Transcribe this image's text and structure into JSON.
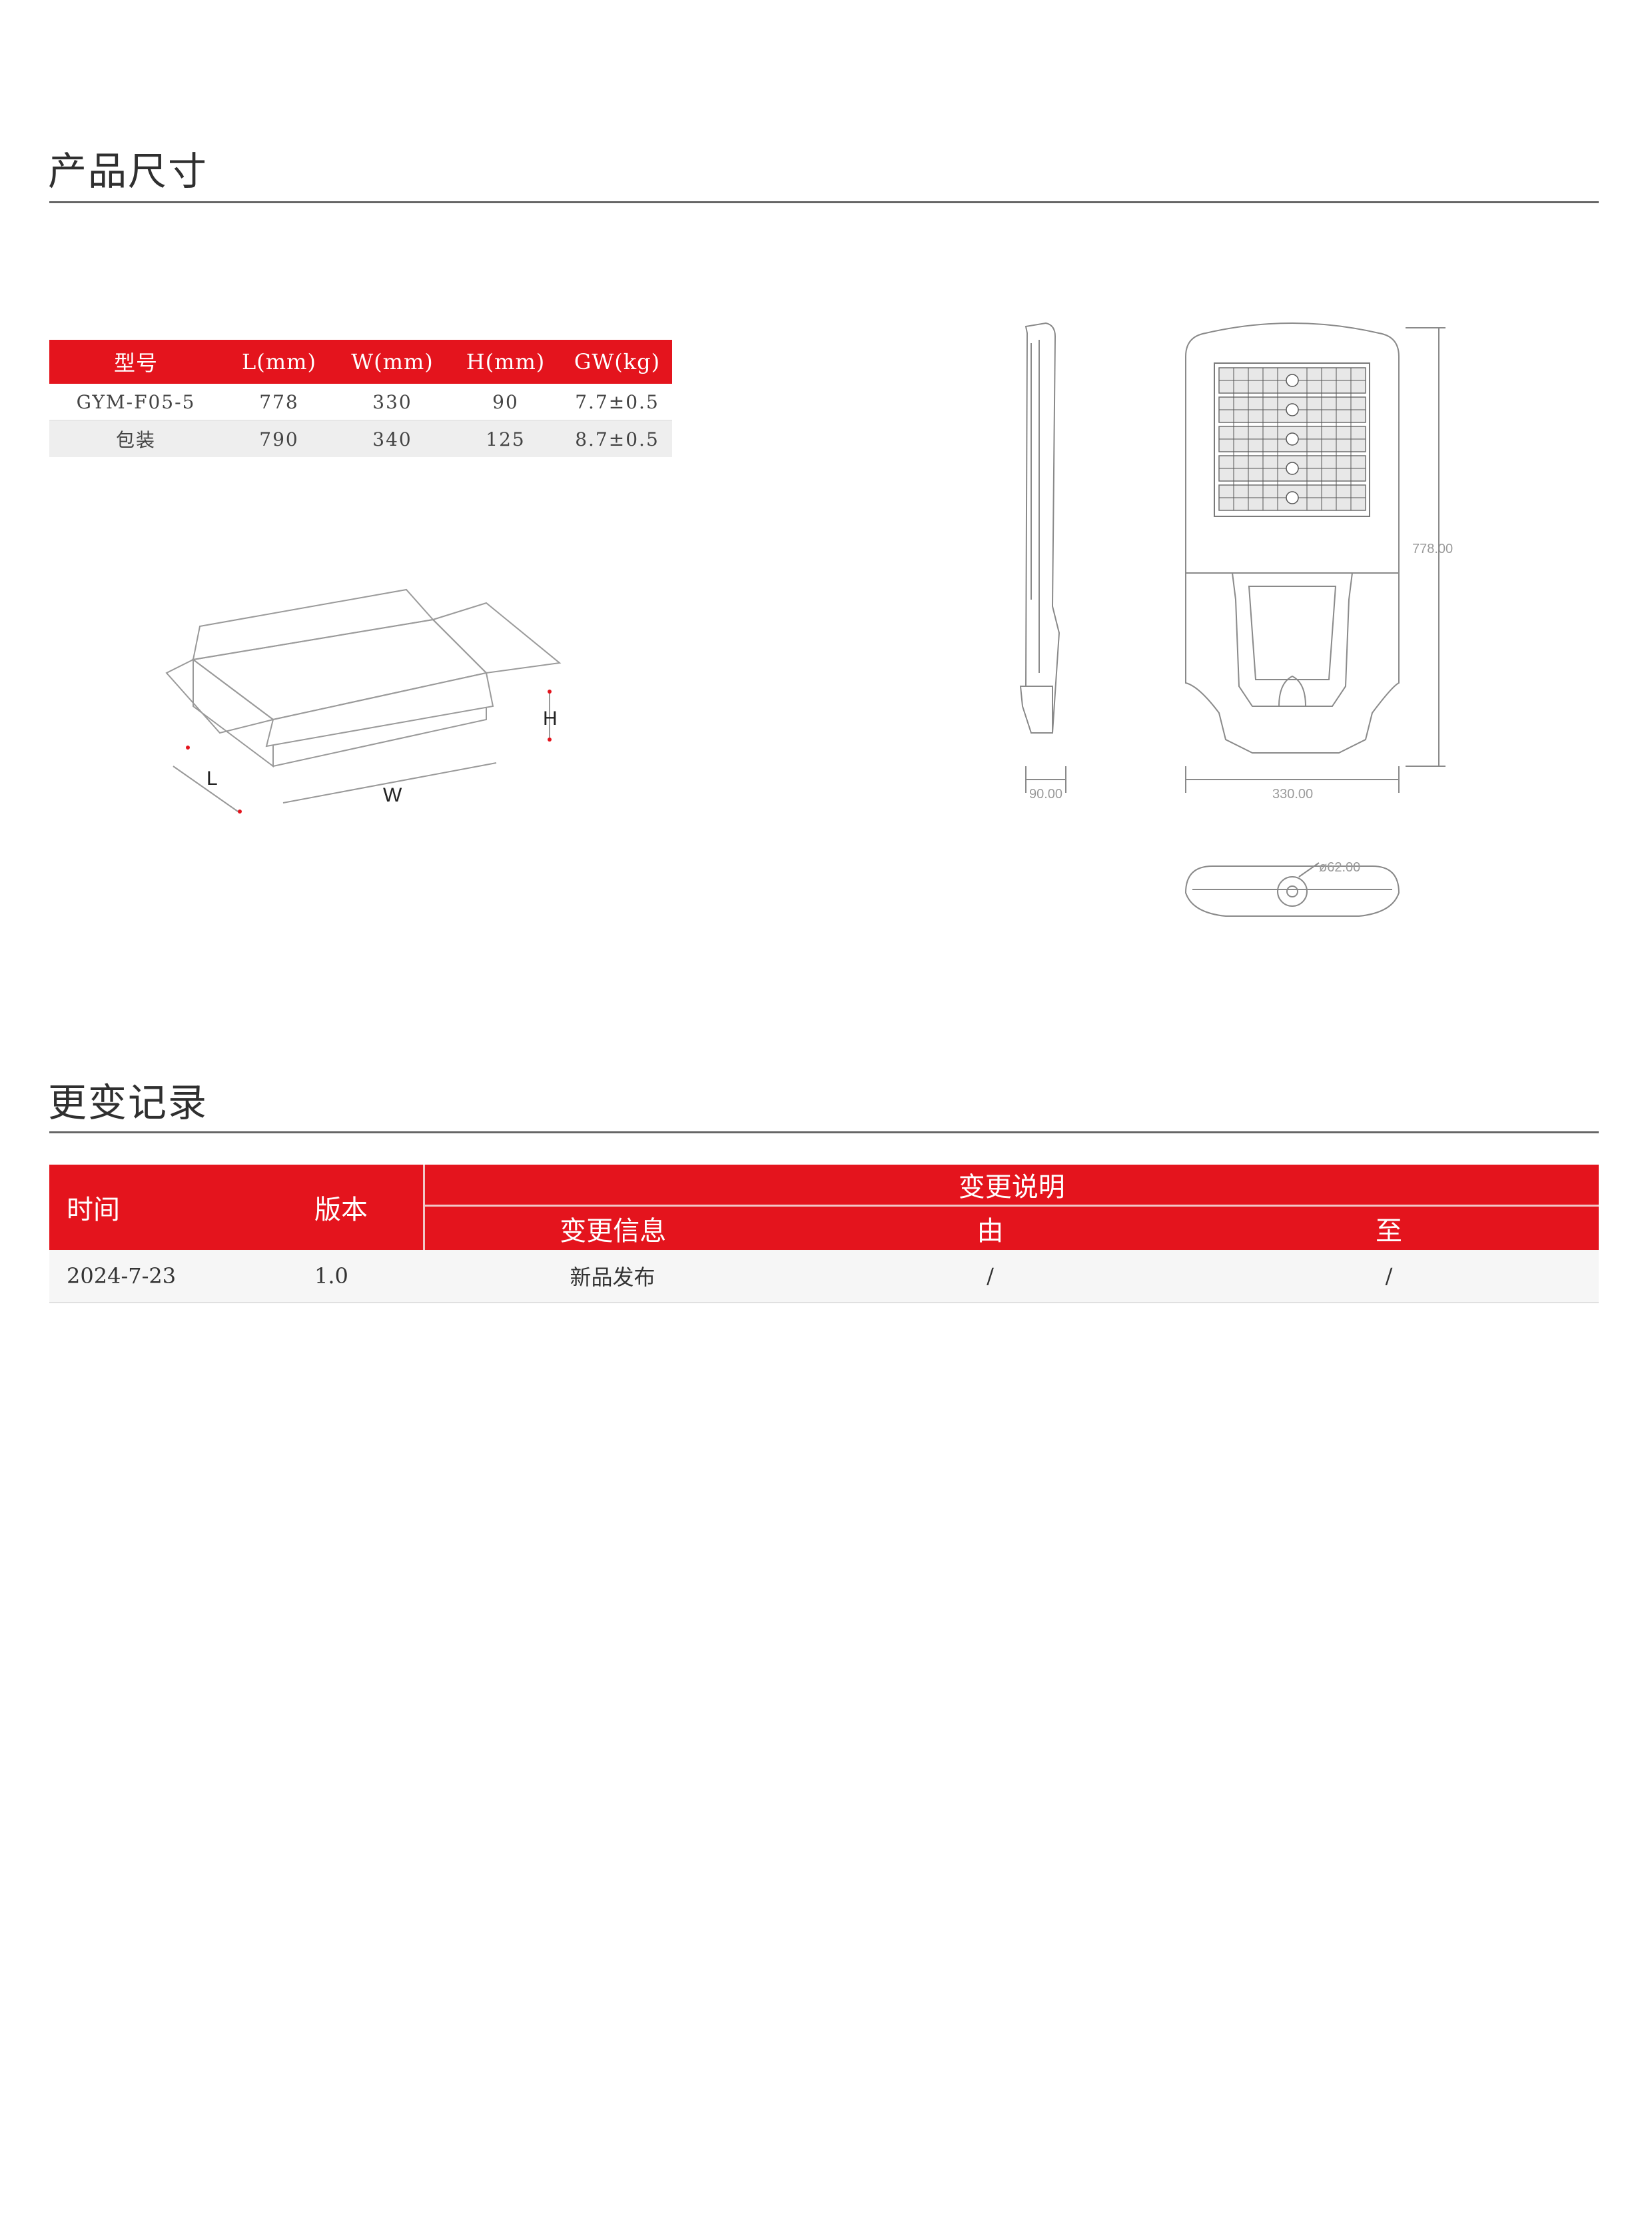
{
  "sections": {
    "dimensions_title": "产品尺寸",
    "changelog_title": "更变记录"
  },
  "spec_table": {
    "headers": [
      "型号",
      "L(mm)",
      "W(mm)",
      "H(mm)",
      "GW(kg)"
    ],
    "rows": [
      [
        "GYM-F05-5",
        "778",
        "330",
        "90",
        "7.7±0.5"
      ],
      [
        "包装",
        "790",
        "340",
        "125",
        "8.7±0.5"
      ]
    ]
  },
  "box_diagram": {
    "label_l": "L",
    "label_w": "W",
    "label_h": "H"
  },
  "drawing": {
    "dim_length": "778.00",
    "dim_width": "330.00",
    "dim_depth": "90.00",
    "dim_pole": "ø62.00"
  },
  "change_log": {
    "col_time": "时间",
    "col_version": "版本",
    "col_description": "变更说明",
    "sub_info": "变更信息",
    "sub_from": "由",
    "sub_to": "至",
    "rows": [
      {
        "time": "2024-7-23",
        "version": "1.0",
        "info": "新品发布",
        "from": "/",
        "to": "/"
      }
    ]
  },
  "colors": {
    "accent": "#e4141d",
    "rule": "#666666",
    "drawing_line": "#8a8a8a"
  }
}
